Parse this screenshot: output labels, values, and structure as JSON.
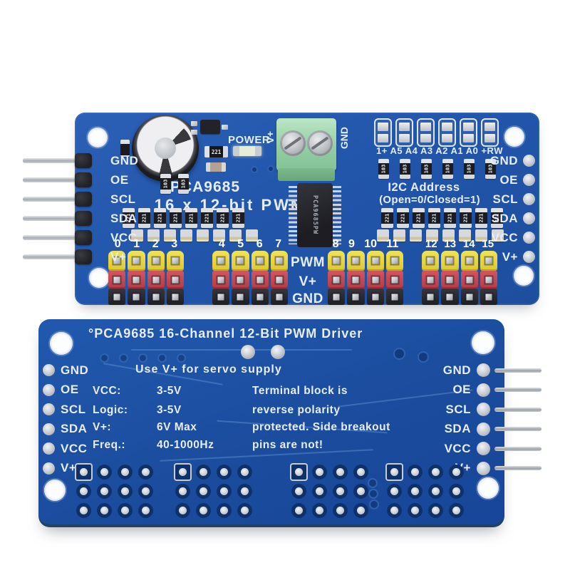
{
  "front_board": {
    "name_line1": "PCA9685",
    "name_line2": "16 x 12-bit PWM",
    "power_label": "POWER",
    "terminal": {
      "left": "V+",
      "right": "GND"
    },
    "left_pins": [
      "GND",
      "OE",
      "SCL",
      "SDA",
      "VCC",
      "V+"
    ],
    "right_pins": [
      "GND",
      "OE",
      "SCL",
      "SDA",
      "VCC",
      "V+"
    ],
    "i2c": {
      "jumper_row_label": "1+ A5 A4 A3 A2 A1 A0 +RW",
      "line1": "I2C Address",
      "line2": "(Open=0/Closed=1)"
    },
    "row_labels": [
      "PWM",
      "V+",
      "GND"
    ],
    "channel_groups": [
      [
        "0",
        "1",
        "2",
        "3"
      ],
      [
        "4",
        "5",
        "6",
        "7"
      ],
      [
        "8",
        "9",
        "10",
        "11"
      ],
      [
        "12",
        "13",
        "14",
        "15"
      ]
    ],
    "ic_text": "PCA9685PW",
    "resistor_221": "221",
    "resistor_103": "103"
  },
  "back_board": {
    "title": "°PCA9685 16-Channel 12-Bit PWM Driver",
    "servo_note": "Use V+ for servo supply",
    "specs": [
      {
        "label": "VCC:",
        "value": "3-5V"
      },
      {
        "label": "Logic:",
        "value": "3-5V"
      },
      {
        "label": "V+:",
        "value": "6V Max"
      },
      {
        "label": "Freq.:",
        "value": "40-1000Hz"
      }
    ],
    "warning_lines": [
      "Terminal block is",
      "reverse polarity",
      "protected. Side breakout",
      "pins are not!"
    ],
    "left_pins": [
      "GND",
      "OE",
      "SCL",
      "SDA",
      "VCC",
      "V+"
    ],
    "right_pins": [
      "GND",
      "OE",
      "SCL",
      "SDA",
      "VCC",
      "V+"
    ]
  },
  "colors": {
    "board_blue": "#2257ab",
    "board_blue_dark": "#1b4b9c",
    "silkscreen": "#e6edf9",
    "header_yellow": "#e8d63d",
    "header_red": "#c2454e",
    "header_black": "#26262b",
    "terminal_green": "#97d0a5",
    "silver": "#c7ccd3"
  }
}
